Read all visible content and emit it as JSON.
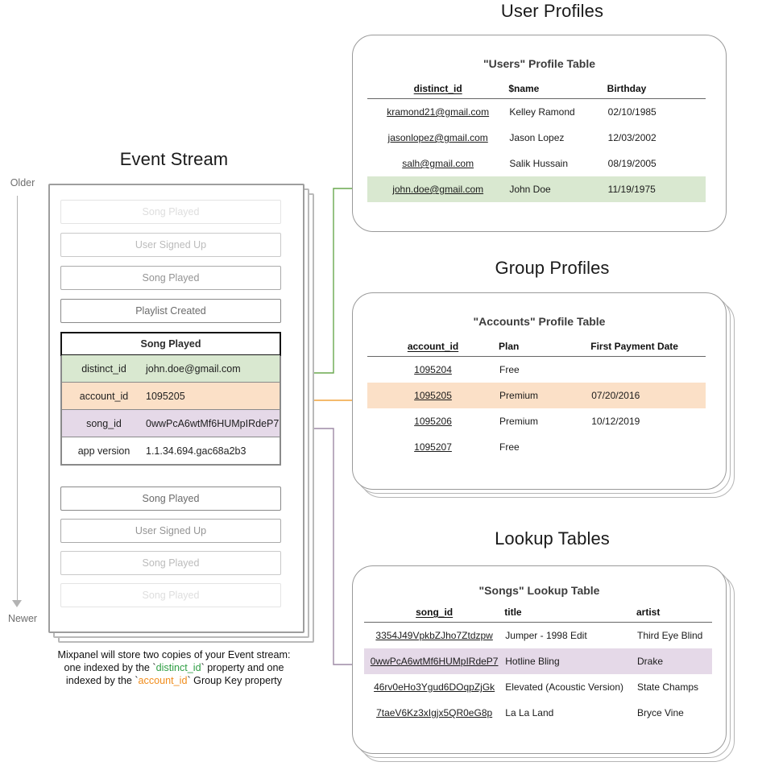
{
  "sections": {
    "user_profiles": "User Profiles",
    "group_profiles": "Group Profiles",
    "lookup_tables": "Lookup Tables",
    "event_stream": "Event Stream"
  },
  "axis": {
    "older": "Older",
    "newer": "Newer"
  },
  "caption": {
    "line1": "Mixpanel will store two copies of your Event stream:",
    "line2_a": "one indexed by the `",
    "line2_key": "distinct_id",
    "line2_b": "` property and one",
    "line3_a": "indexed by the `",
    "line3_key": "account_id",
    "line3_b": "` Group Key property"
  },
  "event_stream": {
    "events_before": [
      {
        "label": "Song Played",
        "fade": "fade-1"
      },
      {
        "label": "User Signed Up",
        "fade": "fade-2"
      },
      {
        "label": "Song Played",
        "fade": "fade-3"
      },
      {
        "label": "Playlist Created",
        "fade": ""
      }
    ],
    "events_after": [
      {
        "label": "Song Played",
        "fade": ""
      },
      {
        "label": "User Signed Up",
        "fade": "fade-3"
      },
      {
        "label": "Song Played",
        "fade": "fade-2"
      },
      {
        "label": "Song Played",
        "fade": "fade-1"
      }
    ],
    "selected_event": {
      "title": "Song Played",
      "properties": [
        {
          "key": "distinct_id",
          "value": "john.doe@gmail.com",
          "highlight": "bg-green"
        },
        {
          "key": "account_id",
          "value": "1095205",
          "highlight": "bg-orange"
        },
        {
          "key": "song_id",
          "value": "0wwPcA6wtMf6HUMpIRdeP7",
          "highlight": "bg-purple"
        },
        {
          "key": "app version",
          "value": "1.1.34.694.gac68a2b3",
          "highlight": ""
        }
      ]
    }
  },
  "users_table": {
    "title": "\"Users\" Profile Table",
    "columns": [
      "distinct_id",
      "$name",
      "Birthday"
    ],
    "rows": [
      {
        "id": "kramond21@gmail.com",
        "name": "Kelley Ramond",
        "birthday": "02/10/1985",
        "highlight": ""
      },
      {
        "id": "jasonlopez@gmail.com",
        "name": "Jason Lopez",
        "birthday": "12/03/2002",
        "highlight": ""
      },
      {
        "id": "salh@gmail.com",
        "name": "Salik Hussain",
        "birthday": "08/19/2005",
        "highlight": ""
      },
      {
        "id": "john.doe@gmail.com",
        "name": "John Doe",
        "birthday": "11/19/1975",
        "highlight": "bg-green"
      }
    ]
  },
  "accounts_table": {
    "title": "\"Accounts\" Profile Table",
    "columns": [
      "account_id",
      "Plan",
      "First Payment Date"
    ],
    "rows": [
      {
        "id": "1095204",
        "plan": "Free",
        "first_payment": "",
        "highlight": ""
      },
      {
        "id": "1095205",
        "plan": "Premium",
        "first_payment": "07/20/2016",
        "highlight": "bg-orange"
      },
      {
        "id": "1095206",
        "plan": "Premium",
        "first_payment": "10/12/2019",
        "highlight": ""
      },
      {
        "id": "1095207",
        "plan": "Free",
        "first_payment": "",
        "highlight": ""
      }
    ]
  },
  "songs_table": {
    "title": "\"Songs\" Lookup Table",
    "columns": [
      "song_id",
      "title",
      "artist"
    ],
    "rows": [
      {
        "id": "3354J49VpkbZJho7Ztdzpw",
        "title": "Jumper - 1998 Edit",
        "artist": "Third Eye Blind",
        "highlight": ""
      },
      {
        "id": "0wwPcA6wtMf6HUMpIRdeP7",
        "title": "Hotline Bling",
        "artist": "Drake",
        "highlight": "bg-purple"
      },
      {
        "id": "46rv0eHo3Ygud6DOqpZjGk",
        "title": "Elevated (Acoustic Version)",
        "artist": "State Champs",
        "highlight": ""
      },
      {
        "id": "7taeV6Kz3xIgjx5QR0eG8p",
        "title": "La La Land",
        "artist": "Bryce Vine",
        "highlight": ""
      }
    ]
  },
  "colors": {
    "green": "#6aa84f",
    "orange": "#f0a33c",
    "purple": "#9e8aa6",
    "row_green": "#d9e8d0",
    "row_orange": "#fbe0c7",
    "row_purple": "#e5d9e8"
  }
}
